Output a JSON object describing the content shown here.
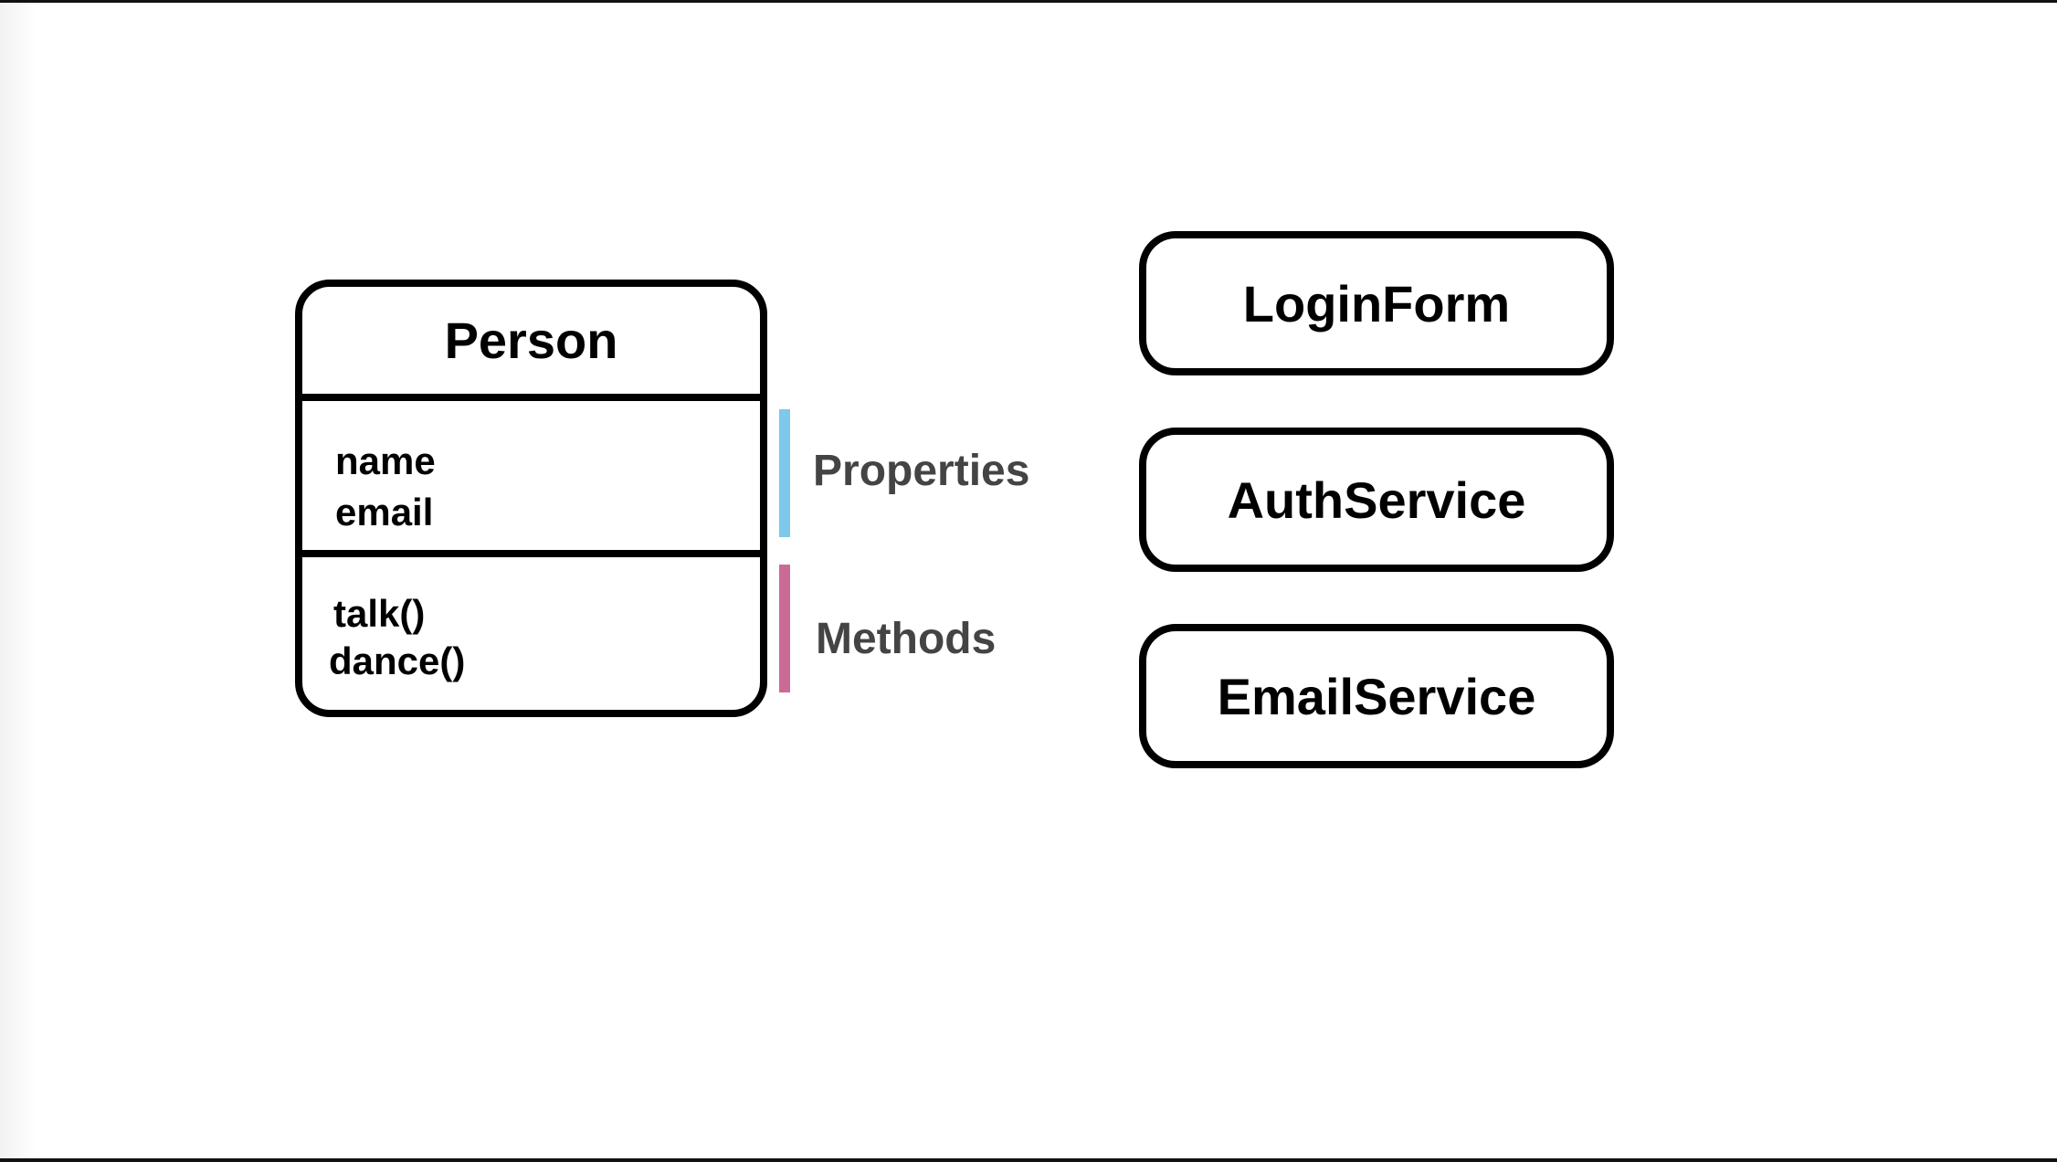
{
  "colors": {
    "properties_bar": "#7ec8ec",
    "methods_bar": "#cc6a96",
    "stroke": "#000000",
    "label_text": "#444444"
  },
  "class_box": {
    "name": "Person",
    "properties": [
      "name",
      "email"
    ],
    "methods": [
      "talk()",
      "dance()"
    ]
  },
  "labels": {
    "properties": "Properties",
    "methods": "Methods"
  },
  "services": [
    "LoginForm",
    "AuthService",
    "EmailService"
  ]
}
